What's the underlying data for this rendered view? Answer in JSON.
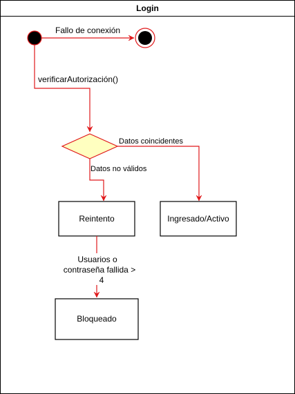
{
  "title": "Login",
  "nodes": {
    "reintento": "Reintento",
    "ingresado": "Ingresado/Activo",
    "bloqueado": "Bloqueado"
  },
  "edges": {
    "fallo": "Fallo de conexión",
    "verificar": "verificarAutorización()",
    "coincidentes": "Datos coincidentes",
    "no_validos": "Datos no válidos",
    "fallida_line1": "Usuarios o",
    "fallida_line2": "contraseña fallida >",
    "fallida_line3": "4"
  },
  "colors": {
    "edge": "#e0181a",
    "decision_fill": "#ffffc0",
    "state_fill": "#000000",
    "box_stroke": "#000000"
  }
}
